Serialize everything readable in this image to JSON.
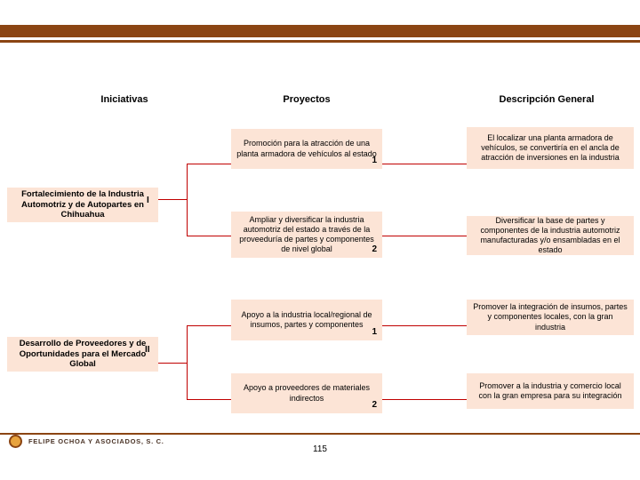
{
  "headers": {
    "col1": "Iniciativas",
    "col2": "Proyectos",
    "col3": "Descripción General"
  },
  "initiatives": [
    {
      "label": "Fortalecimiento de la Industria Automotriz y de Autopartes en Chihuahua",
      "numeral": "I"
    },
    {
      "label": "Desarrollo de Proveedores y de Oportunidades para el Mercado Global",
      "numeral": "II"
    }
  ],
  "projects": [
    {
      "label": "Promoción para la atracción de una planta armadora de vehículos al estado",
      "number": "1"
    },
    {
      "label": "Ampliar y diversificar la industria automotriz del estado a través de la proveeduría de partes y componentes de nivel global",
      "number": "2"
    },
    {
      "label": "Apoyo a la industria local/regional de insumos, partes y componentes",
      "number": "1"
    },
    {
      "label": "Apoyo a proveedores de materiales indirectos",
      "number": "2"
    }
  ],
  "descriptions": [
    {
      "label": "El localizar una planta armadora de vehículos, se convertiría en el ancla de atracción de inversiones en la industria"
    },
    {
      "label": "Diversificar la base de partes y componentes de la industria automotriz manufacturadas y/o ensambladas en el estado"
    },
    {
      "label": "Promover la integración de insumos, partes y componentes locales, con la gran industria"
    },
    {
      "label": "Promover a la industria y comercio local con la gran empresa para su integración"
    }
  ],
  "footer": {
    "company": "FELIPE OCHOA Y ASOCIADOS, S. C.",
    "page": "115"
  },
  "colors": {
    "bar": "#8B4513",
    "box": "#FCE4D6",
    "connector": "#C00000",
    "logo": "#E8A33D"
  }
}
